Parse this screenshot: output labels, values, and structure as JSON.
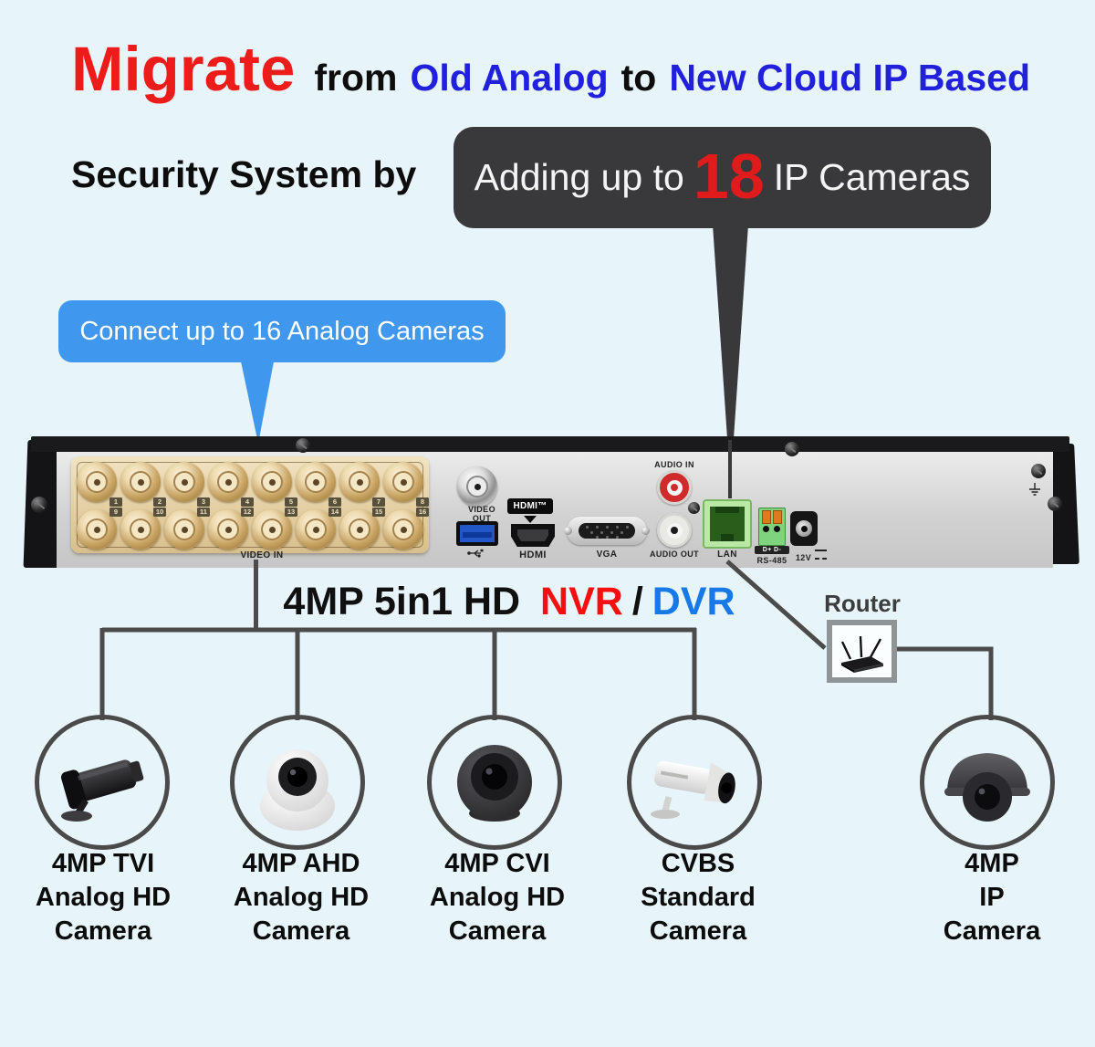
{
  "header": {
    "title_red": "Migrate",
    "title_from": "from",
    "title_old": "Old Analog",
    "title_to": "to",
    "title_new": "New Cloud IP Based",
    "line2": "Security System by",
    "badge": {
      "prefix": "Adding up to",
      "count": "18",
      "suffix": "IP Cameras"
    }
  },
  "callout": {
    "text": "Connect up to 16 Analog Cameras"
  },
  "dvr": {
    "video_in": "VIDEO IN",
    "video_out_line1": "VIDEO",
    "video_out_line2": "OUT",
    "hdmi_badge": "HDMI™",
    "hdmi": "HDMI",
    "vga": "VGA",
    "audio_in": "AUDIO IN",
    "audio_out": "AUDIO OUT",
    "lan": "LAN",
    "rs485_pins": "D+ D-",
    "rs485": "RS-485",
    "power": "12V",
    "bnc_top": [
      "1",
      "2",
      "3",
      "4",
      "5",
      "6",
      "7",
      "8"
    ],
    "bnc_bottom": [
      "9",
      "10",
      "11",
      "12",
      "13",
      "14",
      "15",
      "16"
    ]
  },
  "center_label": {
    "prefix": "4MP 5in1 HD",
    "nvr": "NVR",
    "slash": "/",
    "dvr": "DVR"
  },
  "router": {
    "label": "Router"
  },
  "cameras": [
    {
      "line1": "4MP TVI",
      "line2": "Analog HD",
      "line3": "Camera"
    },
    {
      "line1": "4MP AHD",
      "line2": "Analog HD",
      "line3": "Camera"
    },
    {
      "line1": "4MP CVI",
      "line2": "Analog HD",
      "line3": "Camera"
    },
    {
      "line1": "CVBS",
      "line2": "Standard",
      "line3": "Camera"
    },
    {
      "line1": "4MP",
      "line2": "IP",
      "line3": "Camera"
    }
  ],
  "colors": {
    "title_red": "#ee1b1b",
    "title_blue": "#2020dd",
    "dvr_blue": "#1778e8",
    "nvr_red": "#f50f0f",
    "callout_blue": "#3f97ee",
    "badge_bg": "#39393b",
    "line": "#4b4b4b"
  }
}
